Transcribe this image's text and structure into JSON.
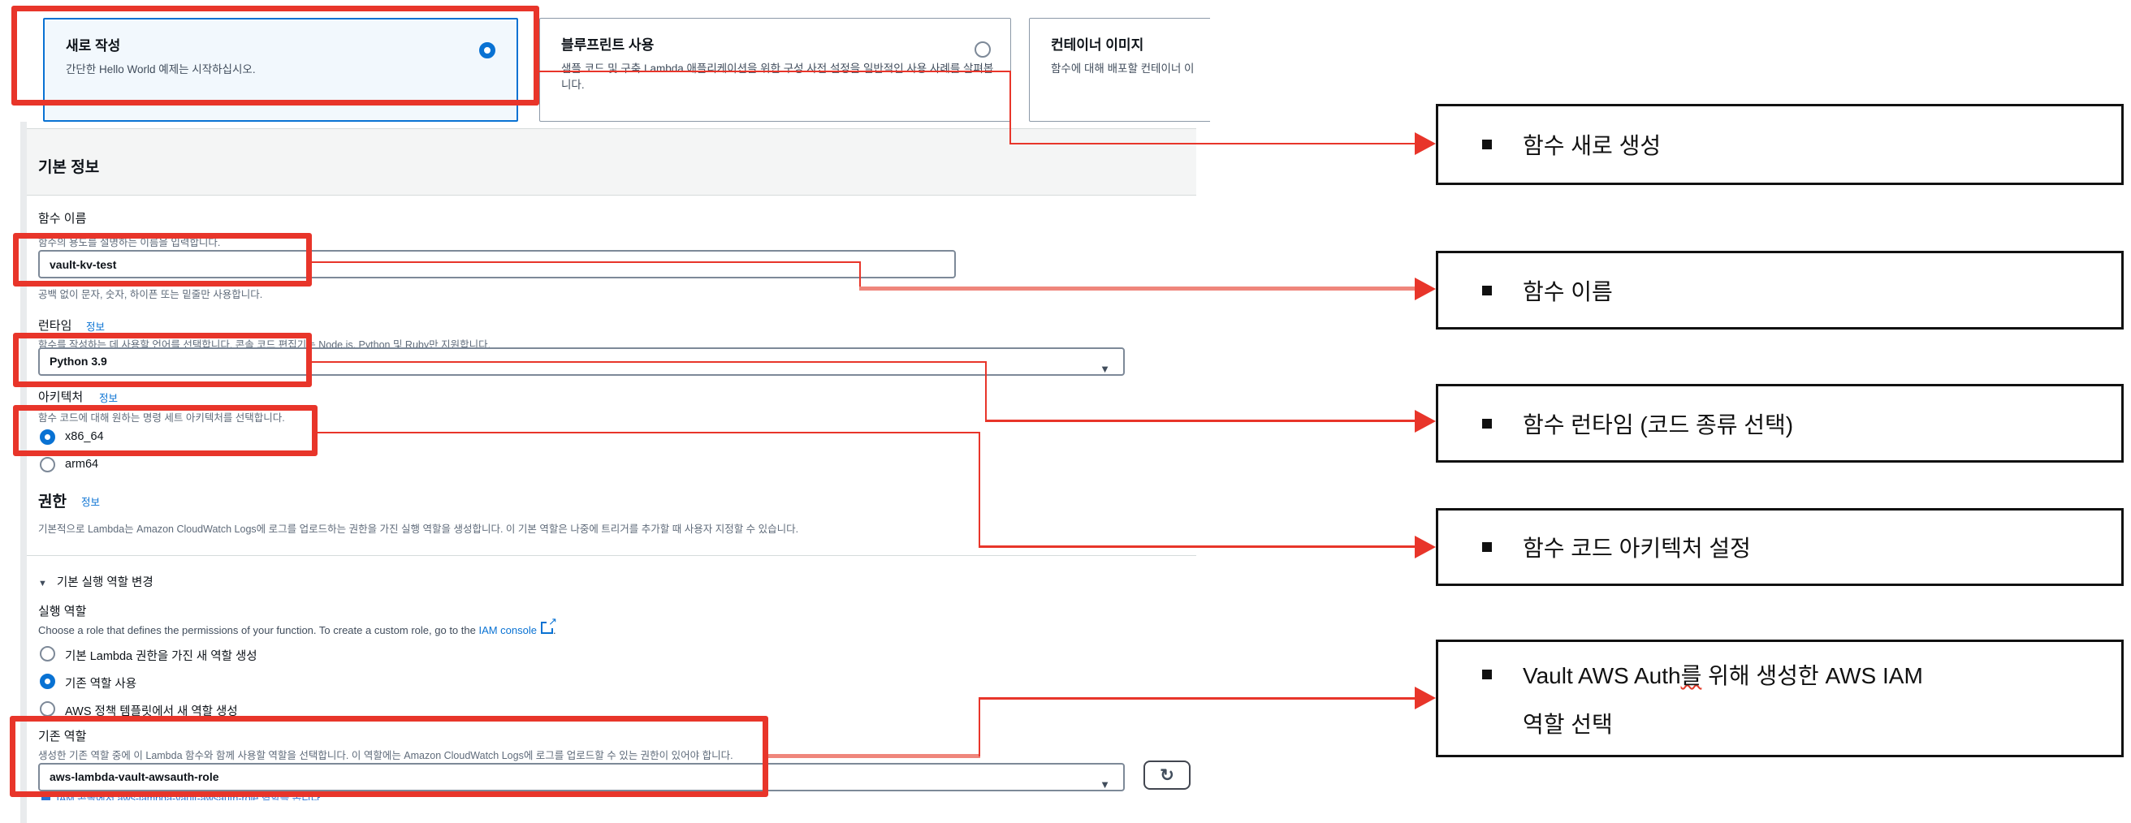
{
  "colors": {
    "accent_blue": "#0972d3",
    "annotation_red": "#e8352a",
    "annotation_red_soft": "#ef867c",
    "callout_border": "#111111",
    "panel_header_bg": "#f4f5f5"
  },
  "icons": {
    "caret_down": "▼",
    "accordion_expanded": "▼",
    "refresh": "↻",
    "external_arrow": "↗"
  },
  "cards": {
    "author": {
      "title": "새로 작성",
      "desc": "간단한 Hello World 예제는 시작하십시오."
    },
    "blueprint": {
      "title": "블루프린트 사용",
      "desc": "샘플 코드 및 구축 Lambda 애플리케이션을 위한 구성 사전 설정을 일반적인 사용 사례를 살펴봅니다."
    },
    "container": {
      "title": "컨테이너 이미지",
      "desc": "함수에 대해 배포할 컨테이너 이"
    }
  },
  "basic_info": {
    "section_title": "기본 정보",
    "function_name": {
      "label": "함수 이름",
      "hint_top": "함수의 용도를 설명하는 이름을 입력합니다.",
      "value": "vault-kv-test",
      "hint_bottom": "공백 없이 문자, 숫자, 하이픈 또는 밑줄만 사용합니다."
    },
    "runtime": {
      "label": "런타임",
      "info": "정보",
      "hint": "함수를 작성하는 데 사용할 언어를 선택합니다. 콘솔 코드 편집기는 Node.js, Python 및 Ruby만 지원합니다.",
      "value": "Python 3.9"
    },
    "architecture": {
      "label": "아키텍처",
      "info": "정보",
      "hint": "함수 코드에 대해 원하는 명령 세트 아키텍처를 선택합니다.",
      "option_x86": "x86_64",
      "option_arm": "arm64",
      "selected": "x86_64"
    }
  },
  "permissions": {
    "title": "권한",
    "info": "정보",
    "desc": "기본적으로 Lambda는 Amazon CloudWatch Logs에 로그를 업로드하는 권한을 가진 실행 역할을 생성합니다. 이 기본 역할은 나중에 트리거를 추가할 때 사용자 지정할 수 있습니다.",
    "accordion": "기본 실행 역할 변경",
    "exec_role": {
      "label": "실행 역할",
      "desc_before": "Choose a role that defines the permissions of your function. To create a custom role, go to the ",
      "link": "IAM console",
      "desc_after": ".",
      "option_new": "기본 Lambda 권한을 가진 새 역할 생성",
      "option_existing": "기존 역할 사용",
      "option_template": "AWS 정책 템플릿에서 새 역할 생성",
      "selected": "기존 역할 사용"
    },
    "existing_role": {
      "label": "기존 역할",
      "desc": "생성한 기존 역할 중에 이 Lambda 함수와 함께 사용할 역할을 선택합니다. 이 역할에는 Amazon CloudWatch Logs에 로그를 업로드할 수 있는 권한이 있어야 합니다.",
      "value": "aws-lambda-vault-awsauth-role",
      "clipped_link": "IAM 콘솔에서 aws-lambda-vault-awsauth-role 역할을 봅니다."
    }
  },
  "callouts": {
    "c1": "함수 새로 생성",
    "c2": "함수 이름",
    "c3": "함수 런타임 (코드 종류 선택)",
    "c4": "함수 코드 아키텍처 설정",
    "c5_line1_a": "Vault AWS Auth",
    "c5_line1_b": "를",
    "c5_line1_c": " 위해 생성한 AWS IAM",
    "c5_line2": "역할 선택"
  }
}
